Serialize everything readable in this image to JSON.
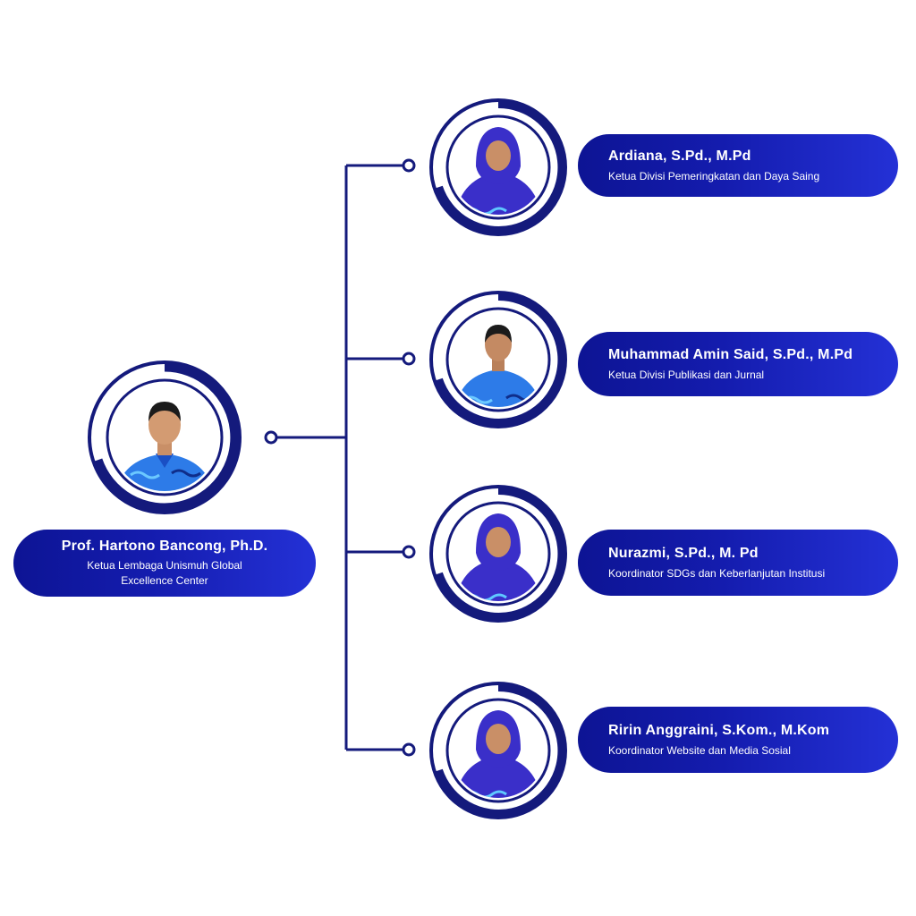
{
  "colors": {
    "navy": "#141a7c",
    "pill_start": "#0d1494",
    "pill_end": "#2431d6",
    "photo_bg": "#ffffff",
    "batik_blue": "#2d7be8"
  },
  "head": {
    "name": "Prof. Hartono Bancong, Ph.D.",
    "role": "Ketua Lembaga Unismuh Global Excellence Center",
    "photo_icon": "person-photo-man"
  },
  "members": [
    {
      "name": "Ardiana, S.Pd., M.Pd",
      "role": "Ketua Divisi Pemeringkatan dan Daya Saing",
      "photo_icon": "person-photo-hijab"
    },
    {
      "name": "Muhammad Amin Said, S.Pd., M.Pd",
      "role": "Ketua Divisi Publikasi dan Jurnal",
      "photo_icon": "person-photo-man"
    },
    {
      "name": "Nurazmi, S.Pd., M. Pd",
      "role": "Koordinator SDGs dan Keberlanjutan Institusi",
      "photo_icon": "person-photo-hijab"
    },
    {
      "name": "Ririn Anggraini, S.Kom., M.Kom",
      "role": "Koordinator Website dan Media Sosial",
      "photo_icon": "person-photo-hijab"
    }
  ]
}
